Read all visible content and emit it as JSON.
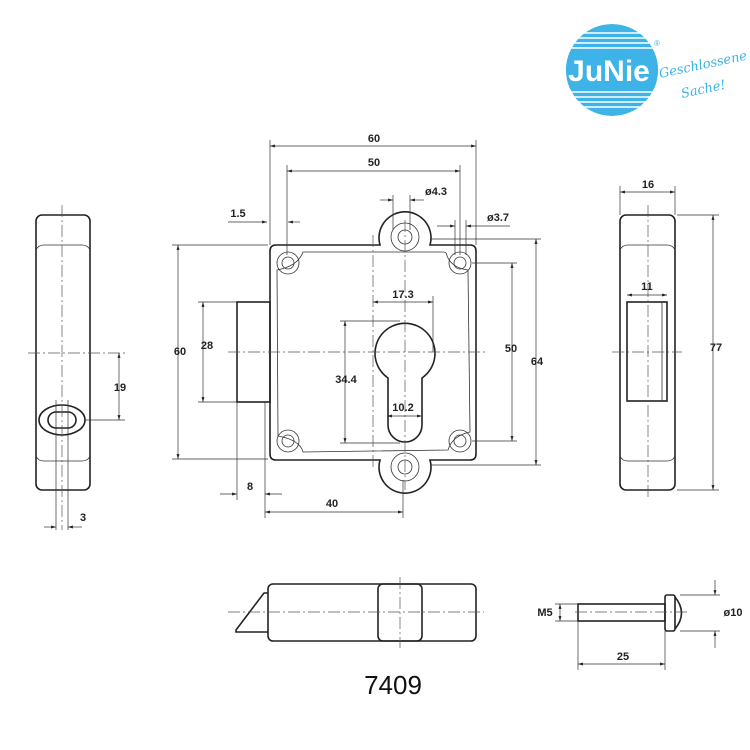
{
  "brand": {
    "name": "JuNie",
    "registered": "®",
    "slogan_line1": "Geschlossene",
    "slogan_line2": "Sache!",
    "color": "#3db3e8"
  },
  "part_number": "7409",
  "dimensions": {
    "front_width": "60",
    "hole_spacing_h": "50",
    "ear_hole": "ø4.3",
    "offset": "1.5",
    "corner_hole": "ø3.7",
    "height": "60",
    "bolt_height": "28",
    "key_width": "17.3",
    "key_height": "34.4",
    "slot_width": "10.2",
    "hole_spacing_v": "50",
    "ear_spacing": "64",
    "bolt_depth": "8",
    "backset": "40",
    "left_side_offset": "19",
    "left_side_slot": "3",
    "right_side_width": "16",
    "right_side_window": "11",
    "right_side_height": "77",
    "screw_thread": "M5",
    "screw_head": "ø10",
    "screw_length": "25"
  }
}
